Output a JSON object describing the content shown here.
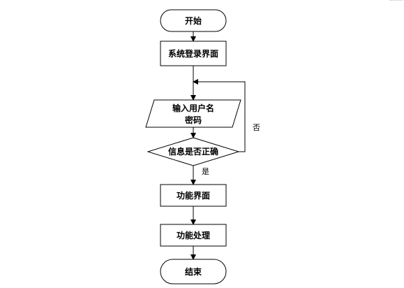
{
  "flowchart": {
    "start": "开始",
    "login": "系统登录界面",
    "input_line1": "输入用户名",
    "input_line2": "密码",
    "decision": "信息是否正确",
    "no_label": "否",
    "yes_label": "是",
    "function_ui": "功能界面",
    "function_process": "功能处理",
    "end": "结束"
  }
}
